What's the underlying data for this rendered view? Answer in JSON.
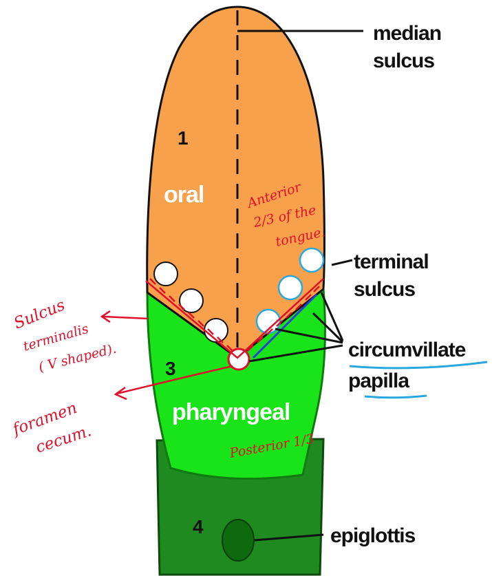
{
  "labels": {
    "median_sulcus_1": "median",
    "median_sulcus_2": "sulcus",
    "terminal_sulcus_1": "terminal",
    "terminal_sulcus_2": "sulcus",
    "circumvallate_1": "circumvillate",
    "circumvallate_2": "papilla",
    "epiglottis": "epiglottis"
  },
  "regions": {
    "oral": "oral",
    "pharyngeal": "pharyngeal",
    "num_1": "1",
    "num_3": "3",
    "num_4": "4"
  },
  "annotations": {
    "anterior_1": "Anterior",
    "anterior_2": "2/3 of the",
    "anterior_3": "tongue.",
    "sulcus_1": "Sulcus",
    "sulcus_2": "terminalis",
    "sulcus_3": "( V shaped).",
    "foramen_1": "foramen",
    "foramen_2": "cecum.",
    "posterior": "Posterior 1/3"
  },
  "colors": {
    "oral": "#f7a14d",
    "pharyngeal": "#19e319",
    "epiglottis_region": "#1f8a1f",
    "annotation": "#e0102a",
    "highlight": "#29a8e0"
  }
}
